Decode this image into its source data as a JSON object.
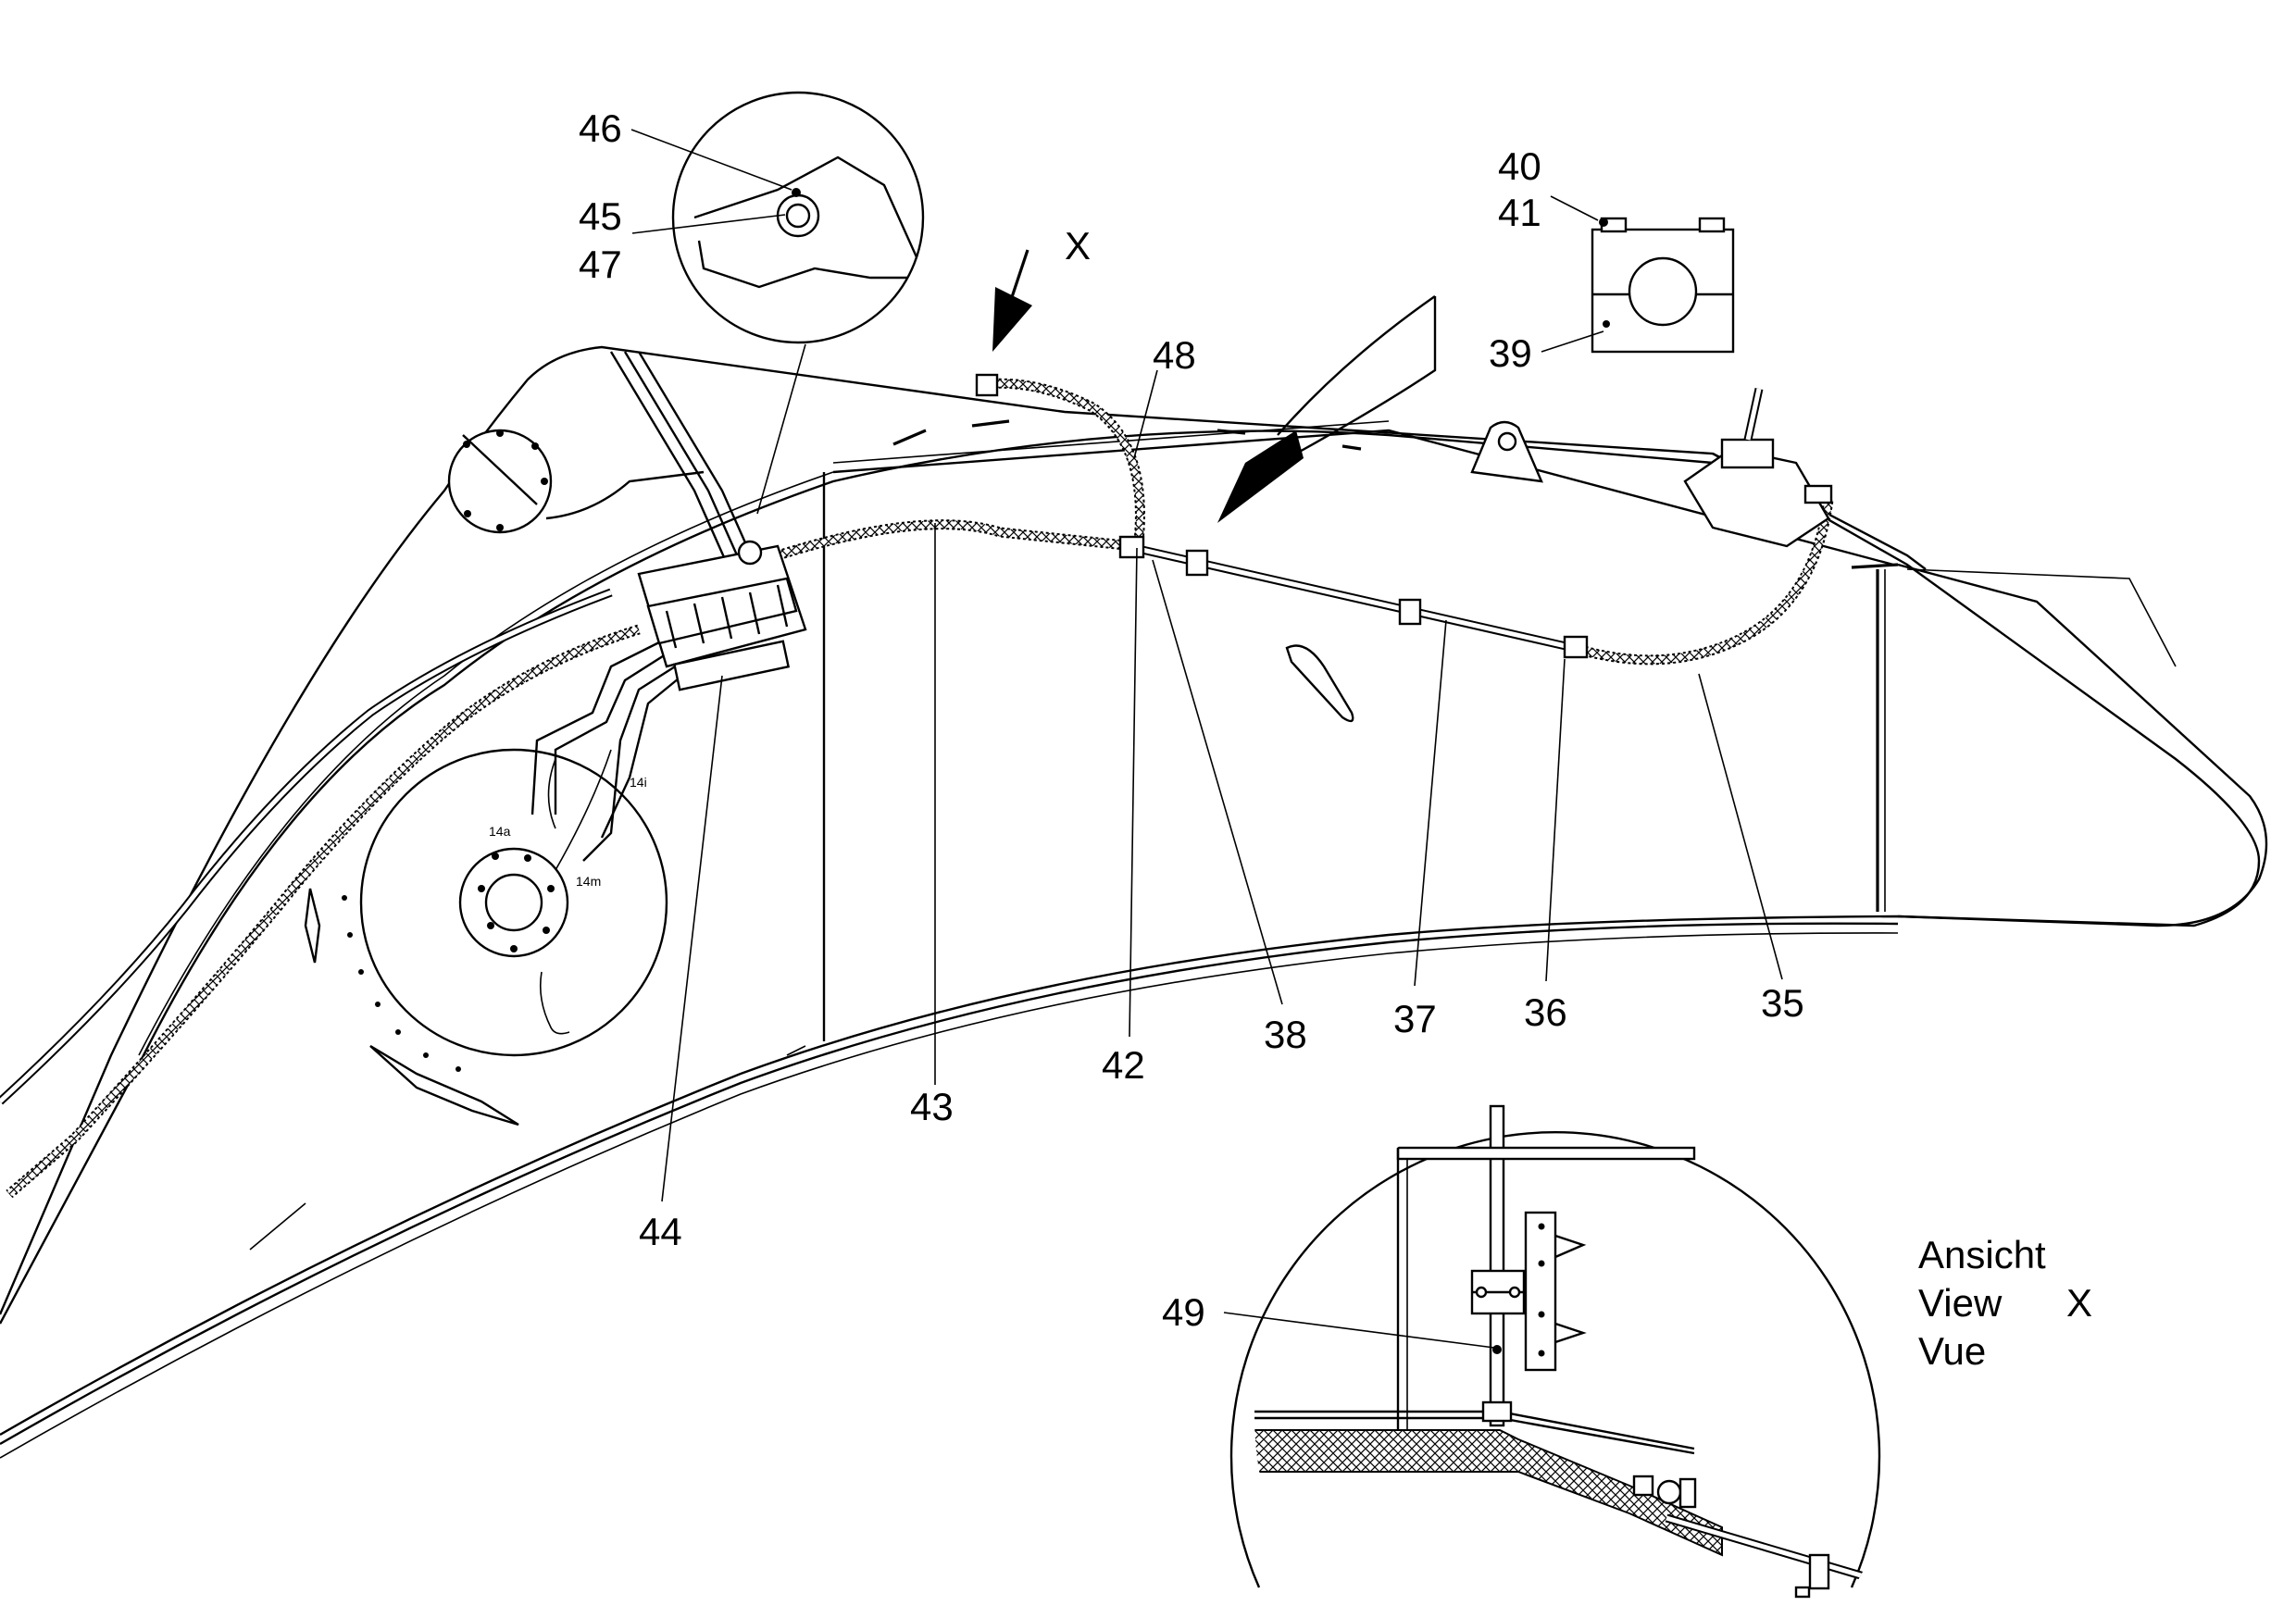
{
  "callouts": {
    "n35": "35",
    "n36": "36",
    "n37": "37",
    "n38": "38",
    "n39": "39",
    "n40": "40",
    "n41": "41",
    "n42": "42",
    "n43": "43",
    "n44": "44",
    "n45": "45",
    "n46": "46",
    "n47": "47",
    "n48": "48",
    "n49": "49"
  },
  "small_labels": {
    "a": "14a",
    "i": "14i",
    "m": "14m"
  },
  "view_marker": "X",
  "view_caption": {
    "line1": "Ansicht",
    "line2": "View",
    "line2_marker": "X",
    "line3": "Vue"
  }
}
